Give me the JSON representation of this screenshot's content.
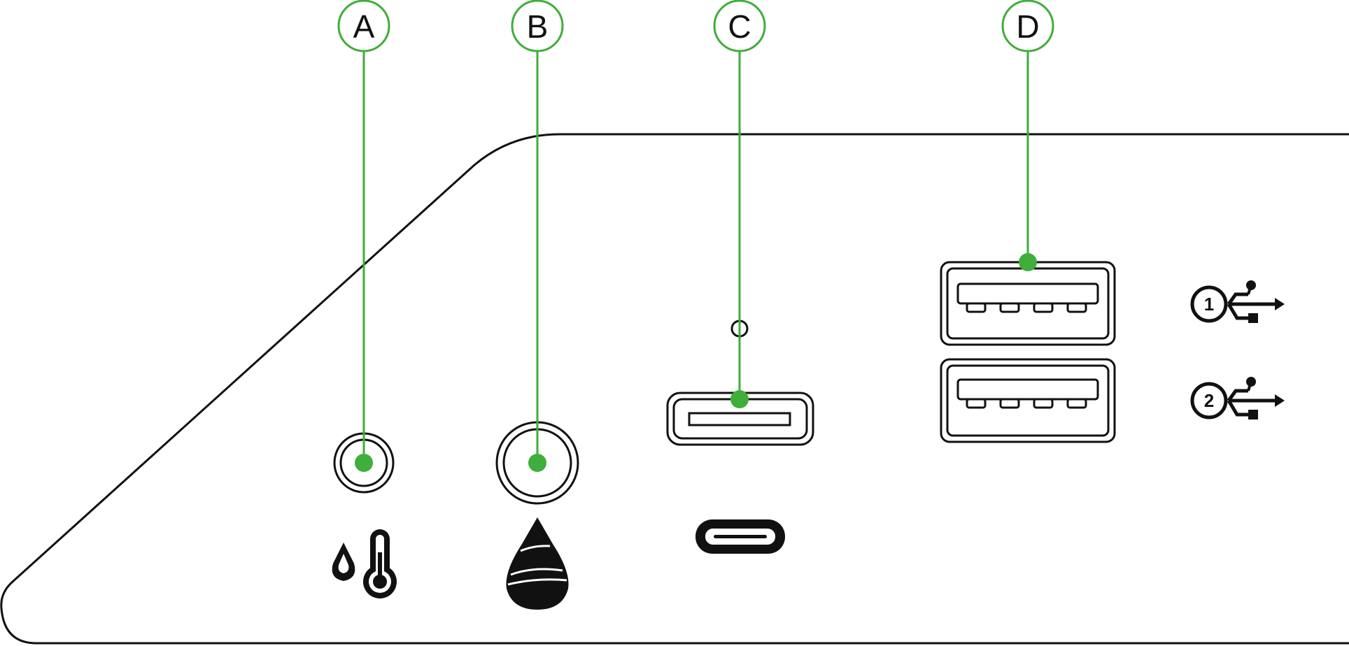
{
  "colors": {
    "callout_green": "#3fae3a",
    "outline": "#111111",
    "background": "#ffffff"
  },
  "callouts": [
    {
      "letter": "A",
      "target": "sensor-port"
    },
    {
      "letter": "B",
      "target": "water-port"
    },
    {
      "letter": "C",
      "target": "usb-a-port-single"
    },
    {
      "letter": "D",
      "target": "usb-a-port-pair"
    }
  ],
  "usb_port_numbers": [
    "1",
    "2"
  ],
  "icons": {
    "sensor": "drop-and-thermometer-icon",
    "water": "water-drop-icon",
    "usb_c": "usb-c-icon",
    "usb_symbol": "usb-symbol-icon",
    "indicator": "indicator-led"
  }
}
